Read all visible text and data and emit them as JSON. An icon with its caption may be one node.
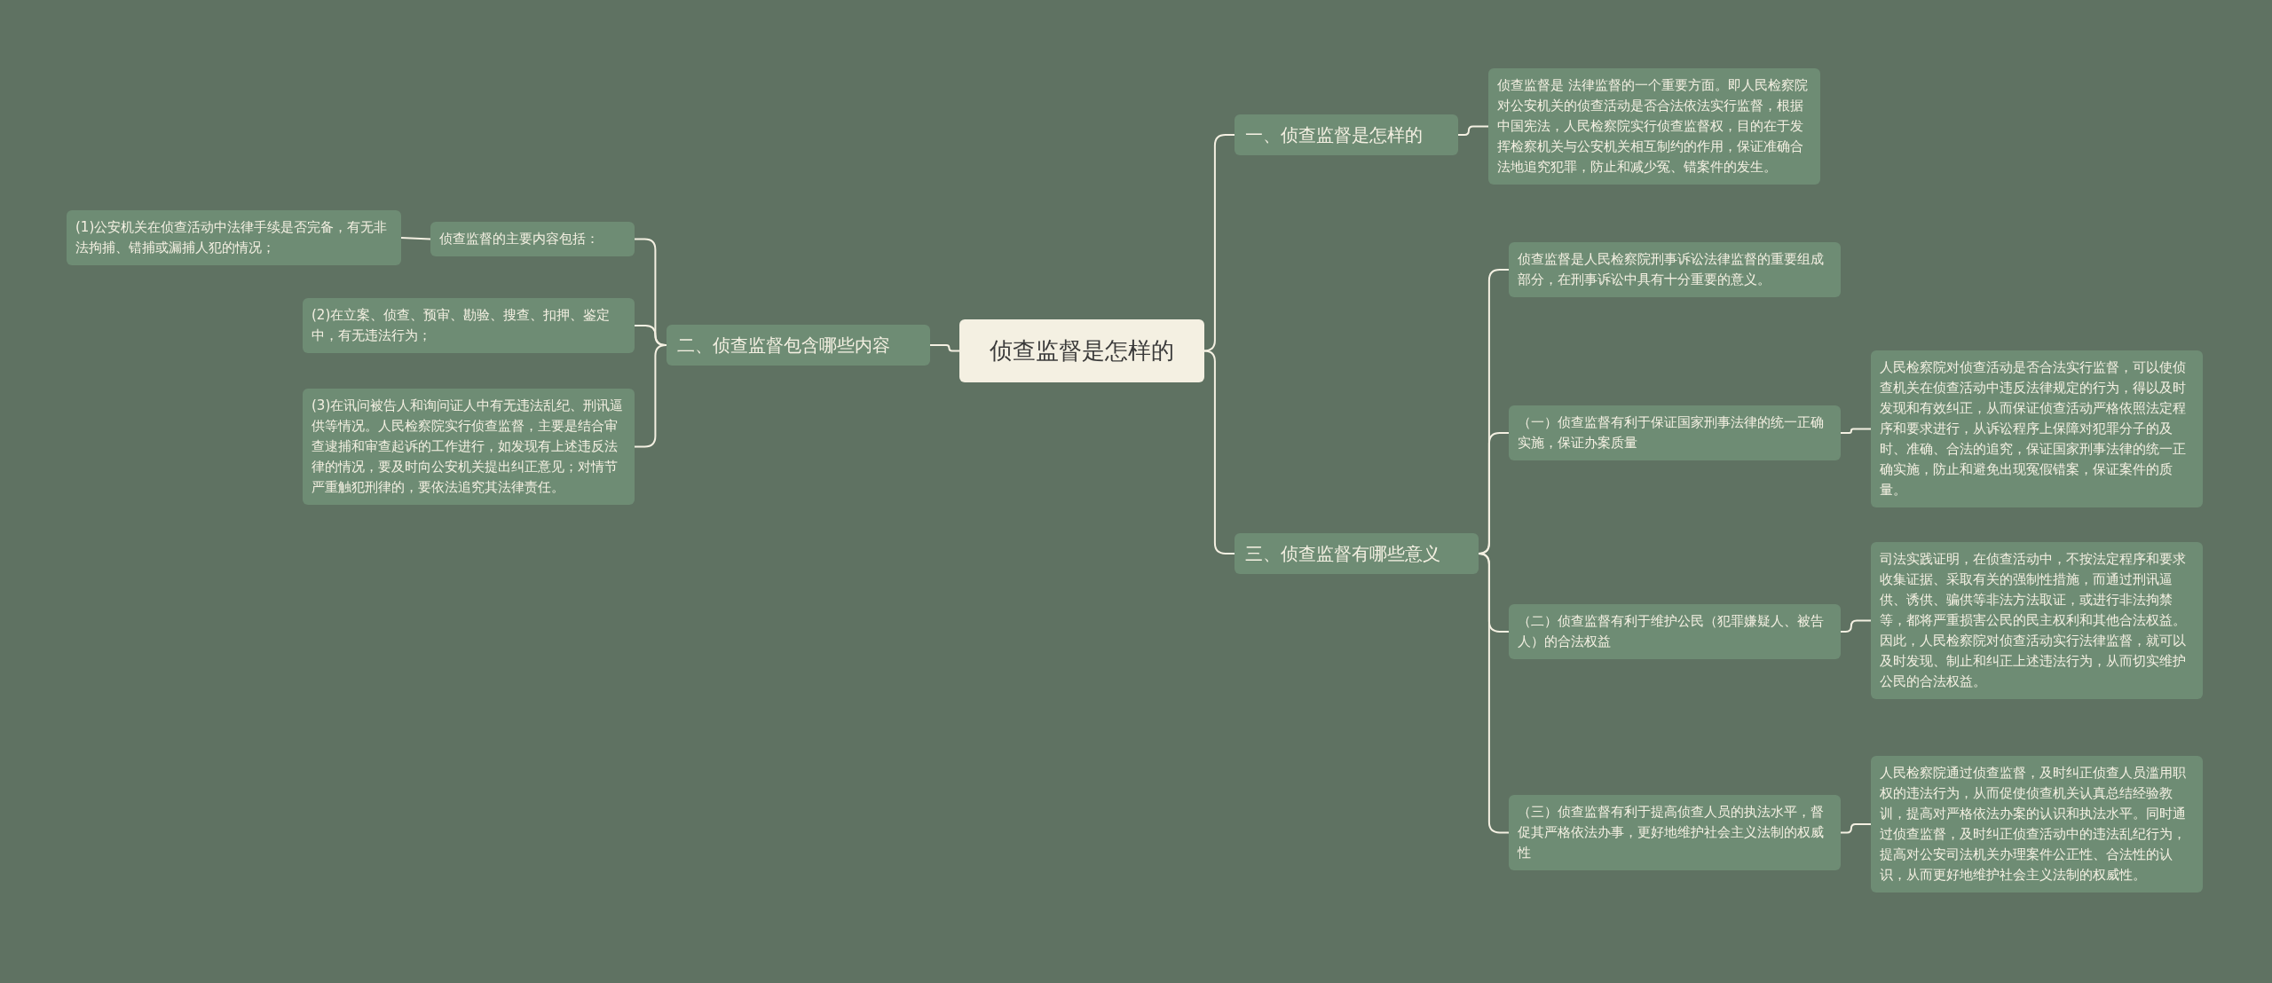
{
  "diagram": {
    "nodes": [
      {
        "text": [
          "侦查监督是怎样的"
        ]
      },
      {
        "text": [
          "一、侦查监督是怎样的"
        ]
      },
      {
        "text": [
          "侦查监督是 法律监督的一个重要方面。即人民检察院对公安机关的侦查活动是否合法依法实行监督，根据中国宪法，人民检察院实行侦查监督权，目的在于发挥检察机关与公安机关相互制约的作用，保证准确合法地追究犯罪，防止和减少冤、错案件的发生。"
        ]
      },
      {
        "text": [
          "二、侦查监督包含哪些内容"
        ]
      },
      {
        "text": [
          "侦查监督的主要内容包括："
        ]
      },
      {
        "text": [
          "(1)公安机关在侦查活动中法律手续是否完备，有无非法拘捕、错捕或漏捕人犯的情况；"
        ]
      },
      {
        "text": [
          "(2)在立案、侦查、预审、勘验、搜查、扣押、鉴定中，有无违法行为；"
        ]
      },
      {
        "text": [
          "(3)在讯问被告人和询问证人中有无违法乱纪、刑讯逼供等情况。人民检察院实行侦查监督，主要是结合审查逮捕和审查起诉的工作进行，如发现有上述违反法律的情况，要及时向公安机关提出纠正意见；对情节严重触犯刑律的，要依法追究其法律责任。"
        ]
      },
      {
        "text": [
          "三、侦查监督有哪些意义"
        ]
      },
      {
        "text": [
          "侦查监督是人民检察院刑事诉讼法律监督的重要组成部分，在刑事诉讼中具有十分重要的意义。"
        ]
      },
      {
        "text": [
          "（一）侦查监督有利于保证国家刑事法律的统一正确实施，保证办案质量"
        ]
      },
      {
        "text": [
          "人民检察院对侦查活动是否合法实行监督，可以使侦查机关在侦查活动中违反法律规定的行为，得以及时发现和有效纠正，从而保证侦查活动严格依照法定程序和要求进行，从诉讼程序上保障对犯罪分子的及时、准确、合法的追究，保证国家刑事法律的统一正确实施，防止和避免出现冤假错案，保证案件的质量。"
        ]
      },
      {
        "text": [
          "（二）侦查监督有利于维护公民（犯罪嫌疑人、被告人）的合法权益"
        ]
      },
      {
        "text": [
          "司法实践证明，在侦查活动中，不按法定程序和要求收集证据、采取有关的强制性措施，而通过刑讯逼供、诱供、骗供等非法方法取证，或进行非法拘禁等，都将严重损害公民的民主权利和其他合法权益。因此，人民检察院对侦查活动实行法律监督，就可以及时发现、制止和纠正上述违法行为，从而切实维护公民的合法权益。"
        ]
      },
      {
        "text": [
          "（三）侦查监督有利于提高侦查人员的执法水平，督促其严格依法办事，更好地维护社会主义法制的权威性"
        ]
      },
      {
        "text": [
          "人民检察院通过侦查监督，及时纠正侦查人员滥用职权的违法行为，从而促使侦查机关认真总结经验教训，提高对严格依法办案的认识和执法水平。同时通过侦查监督，及时纠正侦查活动中的违法乱纪行为，提高对公安司法机关办理案件公正性、合法性的认识，从而更好地维护社会主义法制的权威性。"
        ]
      }
    ],
    "edges": [
      {
        "from": 0,
        "to": 1,
        "arrow": "none"
      },
      {
        "from": 1,
        "to": 2,
        "arrow": "none"
      },
      {
        "from": 0,
        "to": 3,
        "arrow": "none"
      },
      {
        "from": 3,
        "to": 4,
        "arrow": "none"
      },
      {
        "from": 4,
        "to": 5,
        "arrow": "none"
      },
      {
        "from": 3,
        "to": 6,
        "arrow": "none"
      },
      {
        "from": 3,
        "to": 7,
        "arrow": "none"
      },
      {
        "from": 0,
        "to": 8,
        "arrow": "none"
      },
      {
        "from": 8,
        "to": 9,
        "arrow": "none"
      },
      {
        "from": 8,
        "to": 10,
        "arrow": "none"
      },
      {
        "from": 10,
        "to": 11,
        "arrow": "none"
      },
      {
        "from": 8,
        "to": 12,
        "arrow": "none"
      },
      {
        "from": 12,
        "to": 13,
        "arrow": "none"
      },
      {
        "from": 8,
        "to": 14,
        "arrow": "none"
      },
      {
        "from": 14,
        "to": 15,
        "arrow": "none"
      }
    ]
  }
}
